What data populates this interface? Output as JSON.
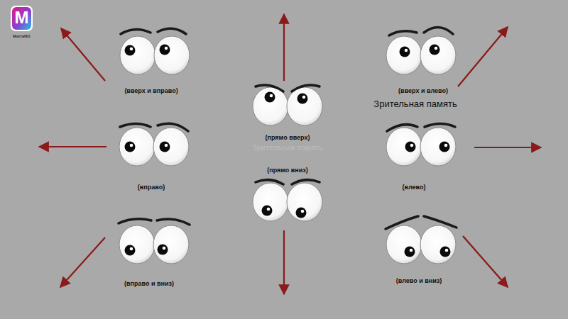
{
  "diagram": {
    "labels": [
      "M",
      "MartaNG",
      "(вверх и вправо)",
      "(прямо вверх)",
      "(вверх и влево)",
      "Зрительная память",
      "Зрительная память",
      "(прямо вниз)",
      "(вправо)",
      "(влево)",
      "(вправо и вниз)",
      "(влево и вниз)"
    ]
  }
}
